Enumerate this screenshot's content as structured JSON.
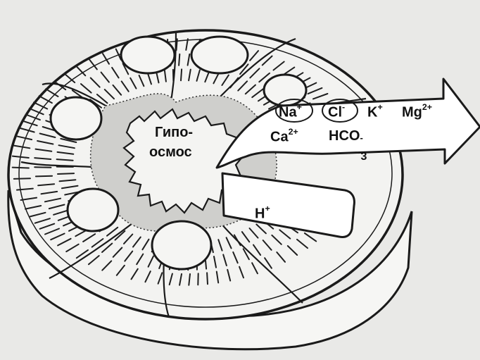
{
  "lumen_label": {
    "line1": "Гипо-",
    "line2": "осмос"
  },
  "outflow_ions": {
    "na": {
      "base": "Na",
      "charge": "+"
    },
    "cl": {
      "base": "Cl",
      "charge": "-"
    },
    "k": {
      "base": "K",
      "charge": "+"
    },
    "mg": {
      "base": "Mg",
      "charge": "2+"
    },
    "ca": {
      "base": "Ca",
      "charge": "2+"
    },
    "hco3": {
      "base": "HCO",
      "sub": "3",
      "charge": "-"
    }
  },
  "inflow_ion": {
    "base": "H",
    "charge": "+"
  },
  "colors": {
    "background": "#e9e9e7",
    "ink": "#111111",
    "arrow_fill": "#ffffff"
  }
}
